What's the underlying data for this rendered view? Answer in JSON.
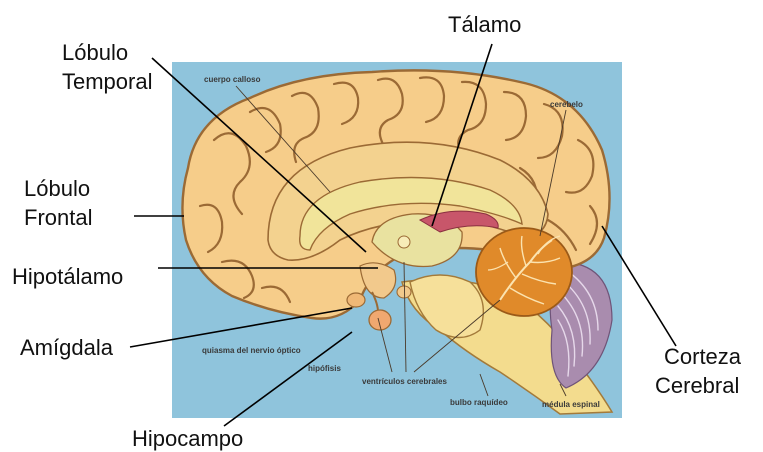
{
  "diagram": {
    "colors": {
      "background_panel": "#8fc4dc",
      "brain_tissue": "#f6cd8a",
      "sulcus_lines": "#9b6a35",
      "cerebellum": "#e08a2a",
      "brainstem": "#f3dc8e",
      "corpus_callosum": "#f1e49a",
      "thalamus_band": "#c8566a",
      "cerebellum_folia": "#a98cae"
    },
    "labels": {
      "temporal_lobe": [
        "Lóbulo",
        "Temporal"
      ],
      "thalamus": "Tálamo",
      "frontal_lobe": [
        "Lóbulo",
        "Frontal"
      ],
      "hypothalamus": "Hipotálamo",
      "amygdala": "Amígdala",
      "cerebral_cortex": [
        "Corteza",
        "Cerebral"
      ],
      "hippocampus": "Hipocampo"
    },
    "inner_labels": {
      "corpus_callosum": "cuerpo calloso",
      "cerebellum": "cerebelo",
      "optic_chiasm": "quiasma del nervio óptico",
      "pituitary": "hipófisis",
      "ventricles": "ventrículos cerebrales",
      "medulla": "bulbo raquídeo",
      "spinal_cord": "médula espinal"
    }
  }
}
